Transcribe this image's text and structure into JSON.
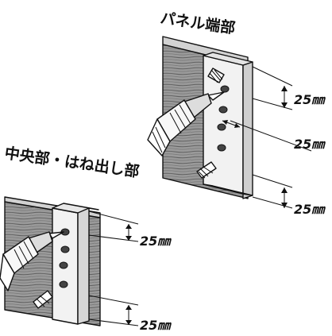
{
  "figures": [
    {
      "title": "パネル端部",
      "dimensions": [
        "25㎜",
        "25㎜",
        "25㎜"
      ]
    },
    {
      "title": "中央部・はね出し部",
      "dimensions": [
        "25㎜",
        "25㎜"
      ]
    }
  ],
  "colors": {
    "board": "#9a9a9a",
    "board_grain": "#5e5e5e",
    "board_top": "#d2d2d2",
    "metal": "#f2f2f2",
    "metal_shade": "#cfcfcf",
    "ink": "#111111"
  }
}
